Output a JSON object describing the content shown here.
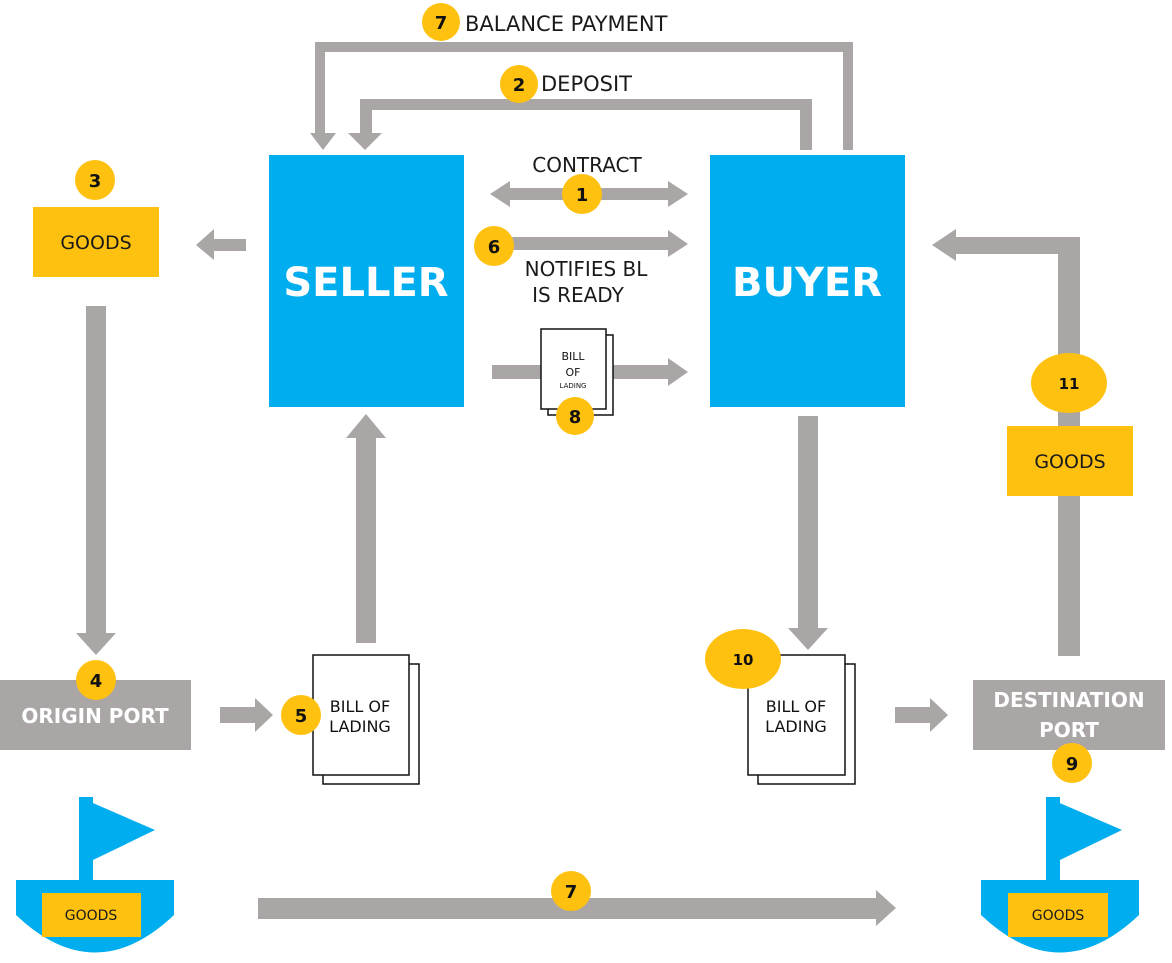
{
  "colors": {
    "party_box": "#00adef",
    "goods_box": "#fec110",
    "arrow": "#aaa6a6",
    "port_box": "#aaa6a6",
    "badge": "#fec110",
    "boat": "#00adef"
  },
  "parties": {
    "seller": "SELLER",
    "buyer": "BUYER"
  },
  "flows": {
    "balance_payment": "BALANCE PAYMENT",
    "deposit": "DEPOSIT",
    "contract": "CONTRACT",
    "notifies_line1": "NOTIFIES BL",
    "notifies_line2": "IS READY"
  },
  "goods": {
    "origin": "GOODS",
    "destination": "GOODS",
    "origin_boat": "GOODS",
    "destination_boat": "GOODS"
  },
  "ports": {
    "origin": "ORIGIN PORT",
    "destination_line1": "DESTINATION",
    "destination_line2": "PORT"
  },
  "documents": {
    "small_line1": "BILL",
    "small_line2": "OF",
    "small_line3": "LADING",
    "origin_line1": "BILL OF",
    "origin_line2": "LADING",
    "dest_line1": "BILL OF",
    "dest_line2": "LADING"
  },
  "steps": {
    "balance_payment": "7",
    "deposit": "2",
    "goods_origin": "3",
    "contract": "1",
    "notifies": "6",
    "bl_sent": "8",
    "goods_destination": "11",
    "origin_port": "4",
    "origin_bl": "5",
    "dest_bl": "10",
    "destination_port": "9",
    "shipping": "7"
  }
}
